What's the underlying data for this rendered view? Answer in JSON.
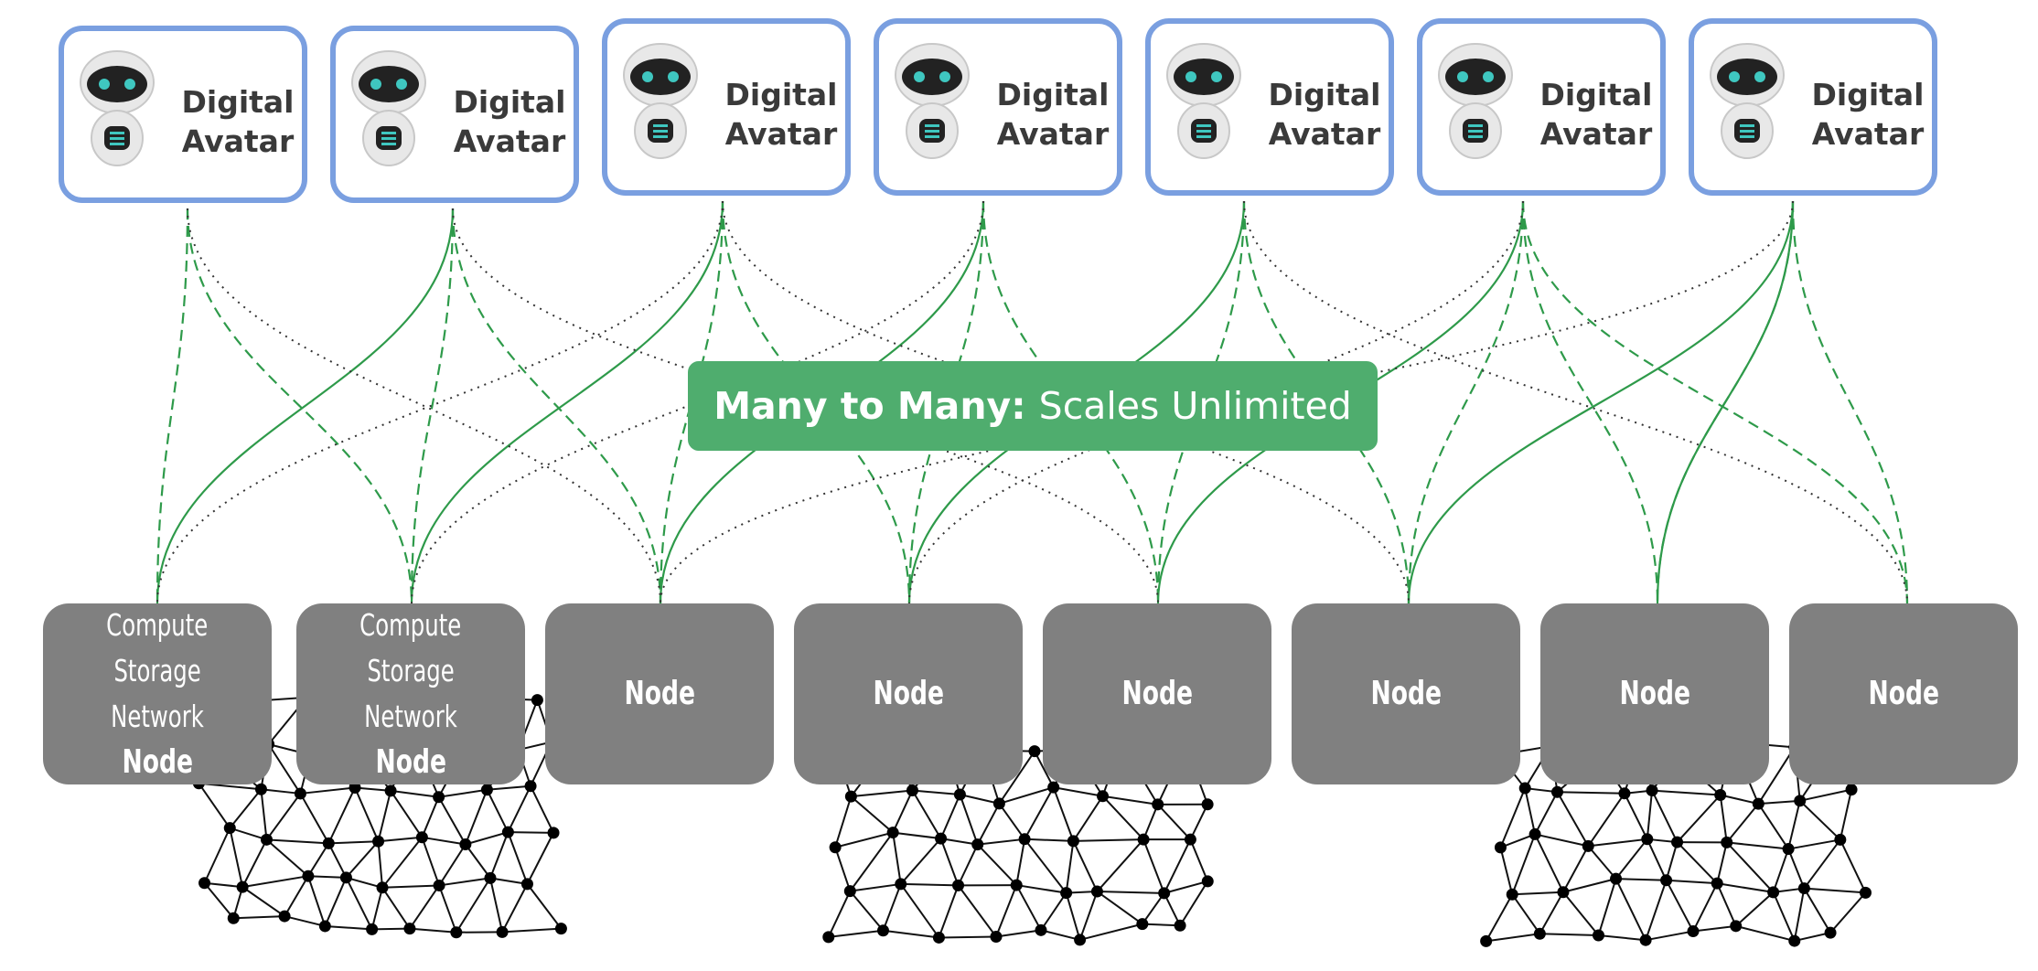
{
  "avatars": [
    {
      "line1": "Digital",
      "line2": "Avatar"
    },
    {
      "line1": "Digital",
      "line2": "Avatar"
    },
    {
      "line1": "Digital",
      "line2": "Avatar"
    },
    {
      "line1": "Digital",
      "line2": "Avatar"
    },
    {
      "line1": "Digital",
      "line2": "Avatar"
    },
    {
      "line1": "Digital",
      "line2": "Avatar"
    },
    {
      "line1": "Digital",
      "line2": "Avatar"
    }
  ],
  "nodes": [
    {
      "lines": [
        "Compute",
        "Storage",
        "Network"
      ],
      "title": "Node"
    },
    {
      "lines": [
        "Compute",
        "Storage",
        "Network"
      ],
      "title": "Node"
    },
    {
      "lines": [],
      "title": "Node"
    },
    {
      "lines": [],
      "title": "Node"
    },
    {
      "lines": [],
      "title": "Node"
    },
    {
      "lines": [],
      "title": "Node"
    },
    {
      "lines": [],
      "title": "Node"
    },
    {
      "lines": [],
      "title": "Node"
    }
  ],
  "banner": {
    "bold": "Many to Many:",
    "regular": "Scales Unlimited"
  },
  "colors": {
    "avatar_border": "#7a9fe0",
    "node_fill": "#808080",
    "banner_fill": "#4fad6e",
    "link_green": "#2e9a4a",
    "link_dotted": "#333333"
  },
  "icons": {
    "avatar": "robot-icon",
    "mesh": "network-mesh-icon"
  }
}
